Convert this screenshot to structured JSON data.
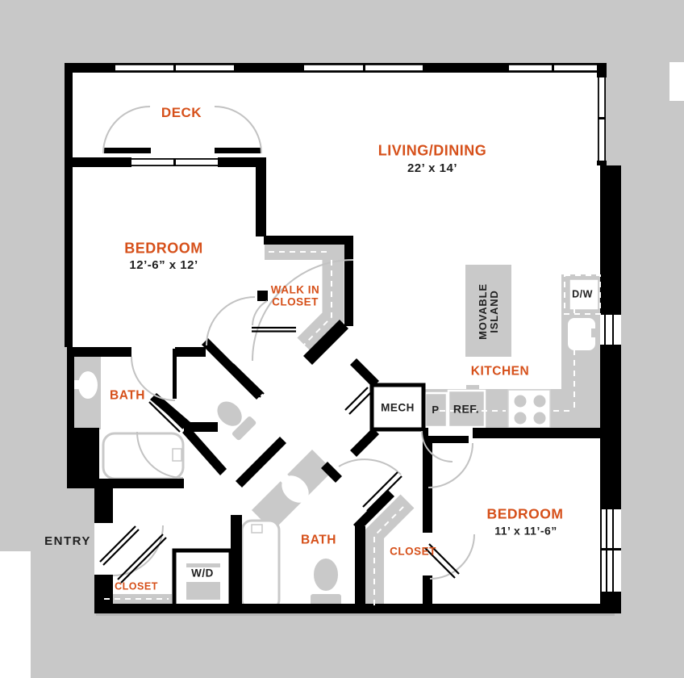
{
  "plan": {
    "type": "apartment-floor-plan",
    "colors": {
      "accent_orange": "#d6501a",
      "wall_black": "#000000",
      "background_gray": "#c8c8c8",
      "fixture_gray": "#c9c9c9",
      "text_dark": "#1f1f1f"
    },
    "rooms": {
      "deck": {
        "label": "DECK"
      },
      "living_dining": {
        "label": "LIVING/DINING",
        "dimensions": "22’ x 14’"
      },
      "bedroom_1": {
        "label": "BEDROOM",
        "dimensions": "12’-6” x 12’"
      },
      "walk_in_closet": {
        "label_line_1": "WALK IN",
        "label_line_2": "CLOSET"
      },
      "kitchen": {
        "label": "KITCHEN"
      },
      "bath_1": {
        "label": "BATH"
      },
      "bath_2": {
        "label": "BATH"
      },
      "bedroom_2": {
        "label": "BEDROOM",
        "dimensions": "11’ x 11’-6”"
      },
      "closet_bedroom_2": {
        "label": "CLOSET"
      },
      "closet_entry": {
        "label": "CLOSET"
      },
      "entry": {
        "label": "ENTRY"
      }
    },
    "fixtures": {
      "movable_island": {
        "label_line_1": "MOVABLE",
        "label_line_2": "ISLAND"
      },
      "dishwasher": {
        "label": "D/W"
      },
      "pantry": {
        "label": "P"
      },
      "refrigerator": {
        "label": "REF."
      },
      "mechanical": {
        "label": "MECH"
      },
      "washer_dryer": {
        "label": "W/D"
      }
    }
  }
}
